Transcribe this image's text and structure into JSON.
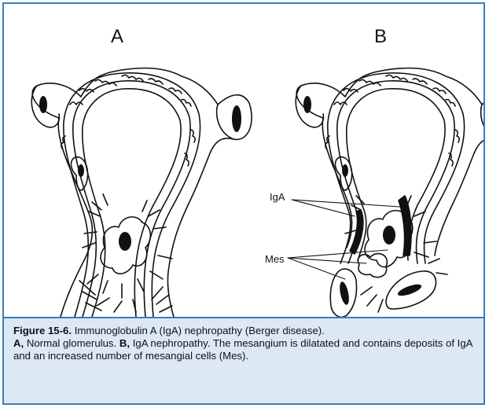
{
  "panels": [
    {
      "letter": "A"
    },
    {
      "letter": "B"
    }
  ],
  "labels": {
    "iga": "IgA",
    "mes": "Mes"
  },
  "caption": {
    "figure_label": "Figure 15-6.",
    "title_text": " Immunoglobulin A (IgA) nephropathy (Berger disease).",
    "a_label": "A,",
    "a_text": " Normal glomerulus. ",
    "b_label": "B,",
    "b_text": " IgA nephropathy. The mesangium is dilatated and contains deposits of IgA and an increased number of mesangial cells (Mes)."
  },
  "colors": {
    "border": "#3a7dc0",
    "caption_background": "#dde8f5",
    "ink": "#111111"
  }
}
